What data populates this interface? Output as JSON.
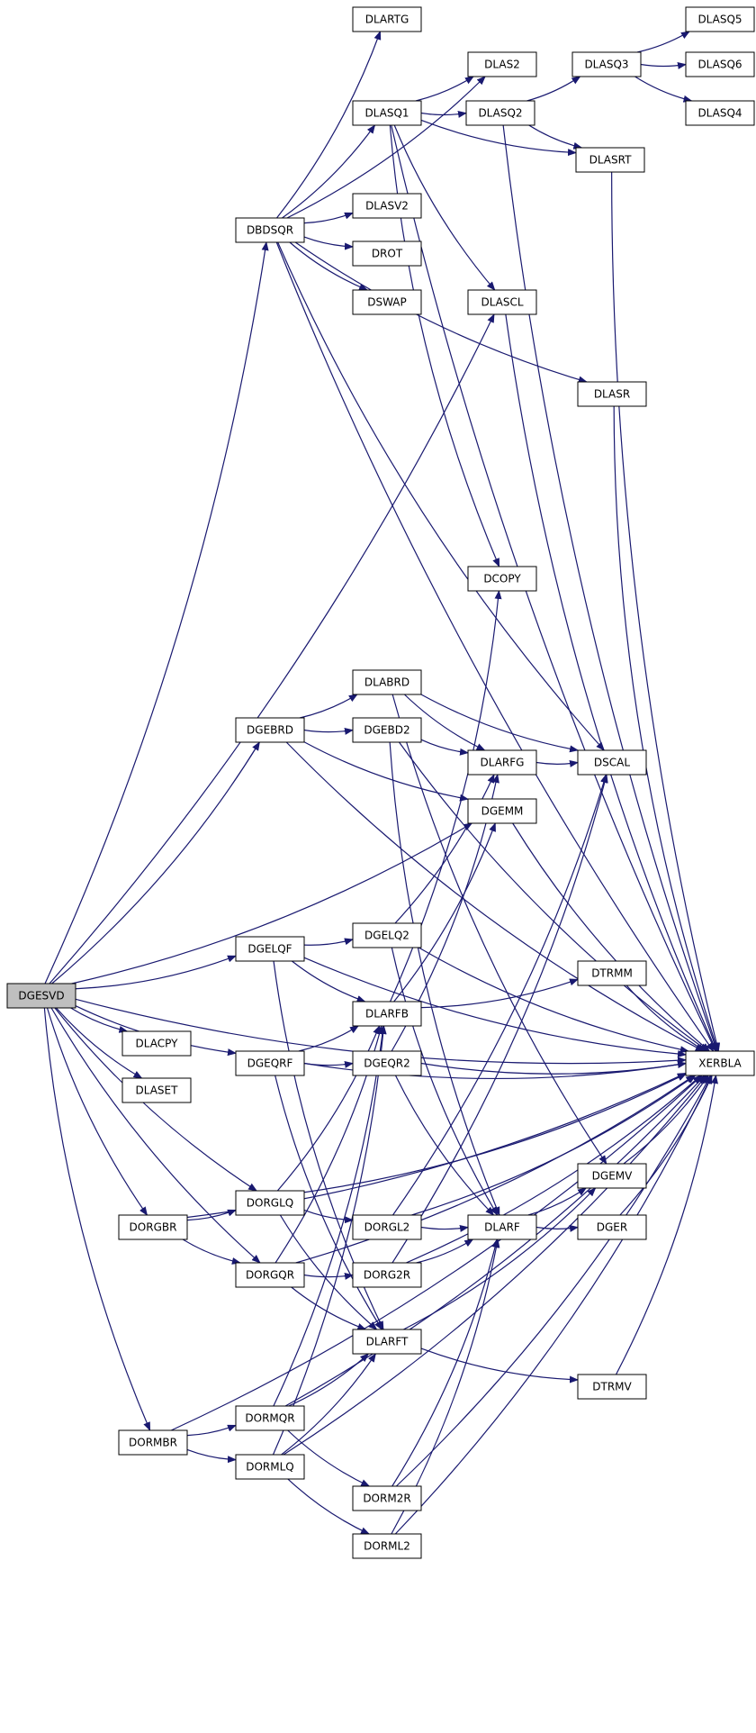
{
  "graph": {
    "colors": {
      "edge": "#191970",
      "root_fill": "#bfbfbf",
      "node_fill": "#ffffff",
      "node_stroke": "#000000"
    },
    "nodes": [
      {
        "id": "DGESVD",
        "label": "DGESVD",
        "root": true
      },
      {
        "id": "DLARTG",
        "label": "DLARTG"
      },
      {
        "id": "DLAS2",
        "label": "DLAS2"
      },
      {
        "id": "DLASQ1",
        "label": "DLASQ1"
      },
      {
        "id": "DLASQ2",
        "label": "DLASQ2"
      },
      {
        "id": "DLASQ3",
        "label": "DLASQ3"
      },
      {
        "id": "DLASQ5",
        "label": "DLASQ5"
      },
      {
        "id": "DLASQ6",
        "label": "DLASQ6"
      },
      {
        "id": "DLASQ4",
        "label": "DLASQ4"
      },
      {
        "id": "DLASRT",
        "label": "DLASRT"
      },
      {
        "id": "DBDSQR",
        "label": "DBDSQR"
      },
      {
        "id": "DLASV2",
        "label": "DLASV2"
      },
      {
        "id": "DROT",
        "label": "DROT"
      },
      {
        "id": "DSWAP",
        "label": "DSWAP"
      },
      {
        "id": "DLASCL",
        "label": "DLASCL"
      },
      {
        "id": "DLASR",
        "label": "DLASR"
      },
      {
        "id": "DCOPY",
        "label": "DCOPY"
      },
      {
        "id": "DLABRD",
        "label": "DLABRD"
      },
      {
        "id": "DGEBRD",
        "label": "DGEBRD"
      },
      {
        "id": "DGEBD2",
        "label": "DGEBD2"
      },
      {
        "id": "DLARFG",
        "label": "DLARFG"
      },
      {
        "id": "DSCAL",
        "label": "DSCAL"
      },
      {
        "id": "DGEMM",
        "label": "DGEMM"
      },
      {
        "id": "DGELQF",
        "label": "DGELQF"
      },
      {
        "id": "DGELQ2",
        "label": "DGELQ2"
      },
      {
        "id": "DTRMM",
        "label": "DTRMM"
      },
      {
        "id": "DLARFB",
        "label": "DLARFB"
      },
      {
        "id": "DLACPY",
        "label": "DLACPY"
      },
      {
        "id": "DGEQRF",
        "label": "DGEQRF"
      },
      {
        "id": "DGEQR2",
        "label": "DGEQR2"
      },
      {
        "id": "XERBLA",
        "label": "XERBLA"
      },
      {
        "id": "DLASET",
        "label": "DLASET"
      },
      {
        "id": "DGEMV",
        "label": "DGEMV"
      },
      {
        "id": "DORGLQ",
        "label": "DORGLQ"
      },
      {
        "id": "DORGBR",
        "label": "DORGBR"
      },
      {
        "id": "DORGL2",
        "label": "DORGL2"
      },
      {
        "id": "DLARF",
        "label": "DLARF"
      },
      {
        "id": "DGER",
        "label": "DGER"
      },
      {
        "id": "DORGQR",
        "label": "DORGQR"
      },
      {
        "id": "DORG2R",
        "label": "DORG2R"
      },
      {
        "id": "DLARFT",
        "label": "DLARFT"
      },
      {
        "id": "DTRMV",
        "label": "DTRMV"
      },
      {
        "id": "DORMQR",
        "label": "DORMQR"
      },
      {
        "id": "DORMBR",
        "label": "DORMBR"
      },
      {
        "id": "DORMLQ",
        "label": "DORMLQ"
      },
      {
        "id": "DORM2R",
        "label": "DORM2R"
      },
      {
        "id": "DORML2",
        "label": "DORML2"
      }
    ],
    "edges": [
      [
        "DGESVD",
        "DBDSQR"
      ],
      [
        "DGESVD",
        "DLASCL"
      ],
      [
        "DGESVD",
        "XERBLA"
      ],
      [
        "DGESVD",
        "DGEBRD"
      ],
      [
        "DGESVD",
        "DGEMM"
      ],
      [
        "DGESVD",
        "DGELQF"
      ],
      [
        "DGESVD",
        "DGEQRF"
      ],
      [
        "DGESVD",
        "DLACPY"
      ],
      [
        "DGESVD",
        "DLASET"
      ],
      [
        "DGESVD",
        "DORGLQ"
      ],
      [
        "DGESVD",
        "DORGBR"
      ],
      [
        "DGESVD",
        "DORGQR"
      ],
      [
        "DGESVD",
        "DORMBR"
      ],
      [
        "DBDSQR",
        "DLARTG"
      ],
      [
        "DBDSQR",
        "DLAS2"
      ],
      [
        "DBDSQR",
        "DLASQ1"
      ],
      [
        "DBDSQR",
        "XERBLA"
      ],
      [
        "DBDSQR",
        "DLASV2"
      ],
      [
        "DBDSQR",
        "DROT"
      ],
      [
        "DBDSQR",
        "DSWAP"
      ],
      [
        "DBDSQR",
        "DLASR"
      ],
      [
        "DBDSQR",
        "DSCAL"
      ],
      [
        "DLASQ1",
        "DLAS2"
      ],
      [
        "DLASQ1",
        "DLASQ2"
      ],
      [
        "DLASQ1",
        "DLASRT"
      ],
      [
        "DLASQ1",
        "XERBLA"
      ],
      [
        "DLASQ1",
        "DLASCL"
      ],
      [
        "DLASQ1",
        "DCOPY"
      ],
      [
        "DLASQ2",
        "DLASQ3"
      ],
      [
        "DLASQ2",
        "DLASRT"
      ],
      [
        "DLASQ2",
        "XERBLA"
      ],
      [
        "DLASQ3",
        "DLASQ5"
      ],
      [
        "DLASQ3",
        "DLASQ6"
      ],
      [
        "DLASQ3",
        "DLASQ4"
      ],
      [
        "DLASRT",
        "XERBLA"
      ],
      [
        "DLASCL",
        "XERBLA"
      ],
      [
        "DLASR",
        "XERBLA"
      ],
      [
        "DGEBRD",
        "DLABRD"
      ],
      [
        "DGEBRD",
        "DGEBD2"
      ],
      [
        "DGEBRD",
        "DGEMM"
      ],
      [
        "DGEBRD",
        "XERBLA"
      ],
      [
        "DLABRD",
        "DLARFG"
      ],
      [
        "DLABRD",
        "DSCAL"
      ],
      [
        "DLABRD",
        "DGEMV"
      ],
      [
        "DGEBD2",
        "DLARFG"
      ],
      [
        "DGEBD2",
        "XERBLA"
      ],
      [
        "DGEBD2",
        "DLARF"
      ],
      [
        "DLARFG",
        "DSCAL"
      ],
      [
        "DGEMM",
        "XERBLA"
      ],
      [
        "DGELQF",
        "DGELQ2"
      ],
      [
        "DGELQF",
        "DLARFB"
      ],
      [
        "DGELQF",
        "XERBLA"
      ],
      [
        "DGELQF",
        "DLARFT"
      ],
      [
        "DGELQ2",
        "DLARFG"
      ],
      [
        "DGELQ2",
        "XERBLA"
      ],
      [
        "DGELQ2",
        "DLARF"
      ],
      [
        "DLARFB",
        "DCOPY"
      ],
      [
        "DLARFB",
        "DGEMM"
      ],
      [
        "DLARFB",
        "DTRMM"
      ],
      [
        "DTRMM",
        "XERBLA"
      ],
      [
        "DGEQRF",
        "DGEQR2"
      ],
      [
        "DGEQRF",
        "DLARFB"
      ],
      [
        "DGEQRF",
        "XERBLA"
      ],
      [
        "DGEQRF",
        "DLARFT"
      ],
      [
        "DGEQR2",
        "DLARFG"
      ],
      [
        "DGEQR2",
        "XERBLA"
      ],
      [
        "DGEQR2",
        "DLARF"
      ],
      [
        "DGEMV",
        "XERBLA"
      ],
      [
        "DGER",
        "XERBLA"
      ],
      [
        "DLARF",
        "DGEMV"
      ],
      [
        "DLARF",
        "DGER"
      ],
      [
        "DORGBR",
        "DORGLQ"
      ],
      [
        "DORGBR",
        "DORGQR"
      ],
      [
        "DORGBR",
        "XERBLA"
      ],
      [
        "DORGLQ",
        "DORGL2"
      ],
      [
        "DORGLQ",
        "DLARFB"
      ],
      [
        "DORGLQ",
        "DLARFT"
      ],
      [
        "DORGLQ",
        "XERBLA"
      ],
      [
        "DORGL2",
        "DLARF"
      ],
      [
        "DORGL2",
        "DSCAL"
      ],
      [
        "DORGL2",
        "XERBLA"
      ],
      [
        "DORGQR",
        "DORG2R"
      ],
      [
        "DORGQR",
        "DLARFB"
      ],
      [
        "DORGQR",
        "DLARFT"
      ],
      [
        "DORGQR",
        "XERBLA"
      ],
      [
        "DORG2R",
        "DLARF"
      ],
      [
        "DORG2R",
        "DSCAL"
      ],
      [
        "DORG2R",
        "XERBLA"
      ],
      [
        "DLARFT",
        "DGEMV"
      ],
      [
        "DLARFT",
        "DTRMV"
      ],
      [
        "DTRMV",
        "XERBLA"
      ],
      [
        "DORMBR",
        "DORMQR"
      ],
      [
        "DORMBR",
        "DORMLQ"
      ],
      [
        "DORMBR",
        "XERBLA"
      ],
      [
        "DORMQR",
        "DORM2R"
      ],
      [
        "DORMQR",
        "DLARFB"
      ],
      [
        "DORMQR",
        "DLARFT"
      ],
      [
        "DORMQR",
        "XERBLA"
      ],
      [
        "DORMLQ",
        "DORML2"
      ],
      [
        "DORMLQ",
        "DLARFB"
      ],
      [
        "DORMLQ",
        "DLARFT"
      ],
      [
        "DORMLQ",
        "XERBLA"
      ],
      [
        "DORM2R",
        "DLARF"
      ],
      [
        "DORM2R",
        "XERBLA"
      ],
      [
        "DORML2",
        "DLARF"
      ],
      [
        "DORML2",
        "XERBLA"
      ]
    ]
  }
}
